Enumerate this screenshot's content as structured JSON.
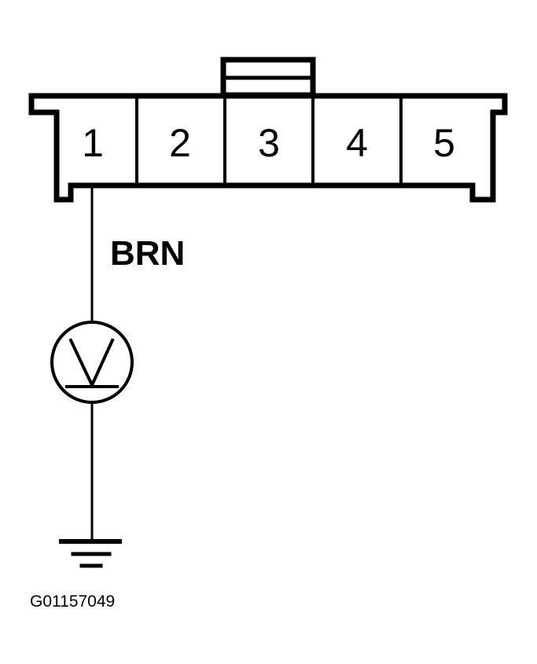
{
  "connector": {
    "pins": [
      "1",
      "2",
      "3",
      "4",
      "5"
    ]
  },
  "wire": {
    "color_label": "BRN"
  },
  "meter": {
    "symbol": "voltmeter-icon"
  },
  "ground": {
    "symbol": "ground-icon"
  },
  "figure_id": "G01157049"
}
